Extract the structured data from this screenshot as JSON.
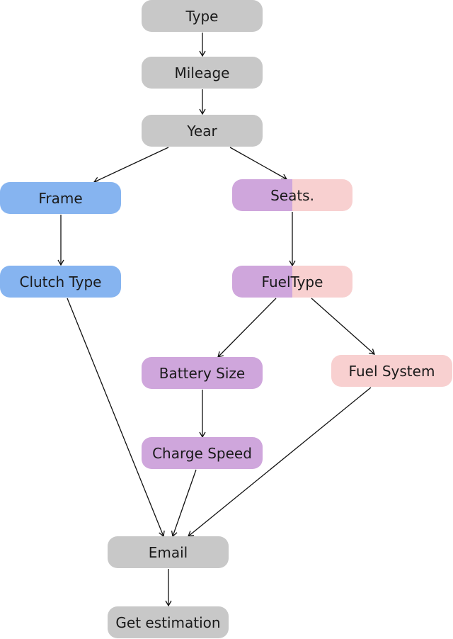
{
  "colors": {
    "gray": "#c8c8c8",
    "blue": "#86b4f0",
    "purple": "#cfa6dc",
    "pink": "#f8d0d0",
    "edge": "#111111"
  },
  "nodes": {
    "type": {
      "label": "Type",
      "color": "gray"
    },
    "mileage": {
      "label": "Mileage",
      "color": "gray"
    },
    "year": {
      "label": "Year",
      "color": "gray"
    },
    "frame": {
      "label": "Frame",
      "color": "blue"
    },
    "seats": {
      "label": "Seats.",
      "color": "purple-pink"
    },
    "clutch_type": {
      "label": "Clutch Type",
      "color": "blue"
    },
    "fuel_type": {
      "label": "FuelType",
      "color": "purple-pink"
    },
    "battery_size": {
      "label": "Battery Size",
      "color": "purple"
    },
    "fuel_system": {
      "label": "Fuel System",
      "color": "pink"
    },
    "charge_speed": {
      "label": "Charge Speed",
      "color": "purple"
    },
    "email": {
      "label": "Email",
      "color": "gray"
    },
    "get_estimation": {
      "label": "Get estimation",
      "color": "gray"
    }
  },
  "edges": [
    [
      "type",
      "mileage"
    ],
    [
      "mileage",
      "year"
    ],
    [
      "year",
      "frame"
    ],
    [
      "year",
      "seats"
    ],
    [
      "frame",
      "clutch_type"
    ],
    [
      "seats",
      "fuel_type"
    ],
    [
      "fuel_type",
      "battery_size"
    ],
    [
      "fuel_type",
      "fuel_system"
    ],
    [
      "battery_size",
      "charge_speed"
    ],
    [
      "clutch_type",
      "email"
    ],
    [
      "charge_speed",
      "email"
    ],
    [
      "fuel_system",
      "email"
    ],
    [
      "email",
      "get_estimation"
    ]
  ]
}
